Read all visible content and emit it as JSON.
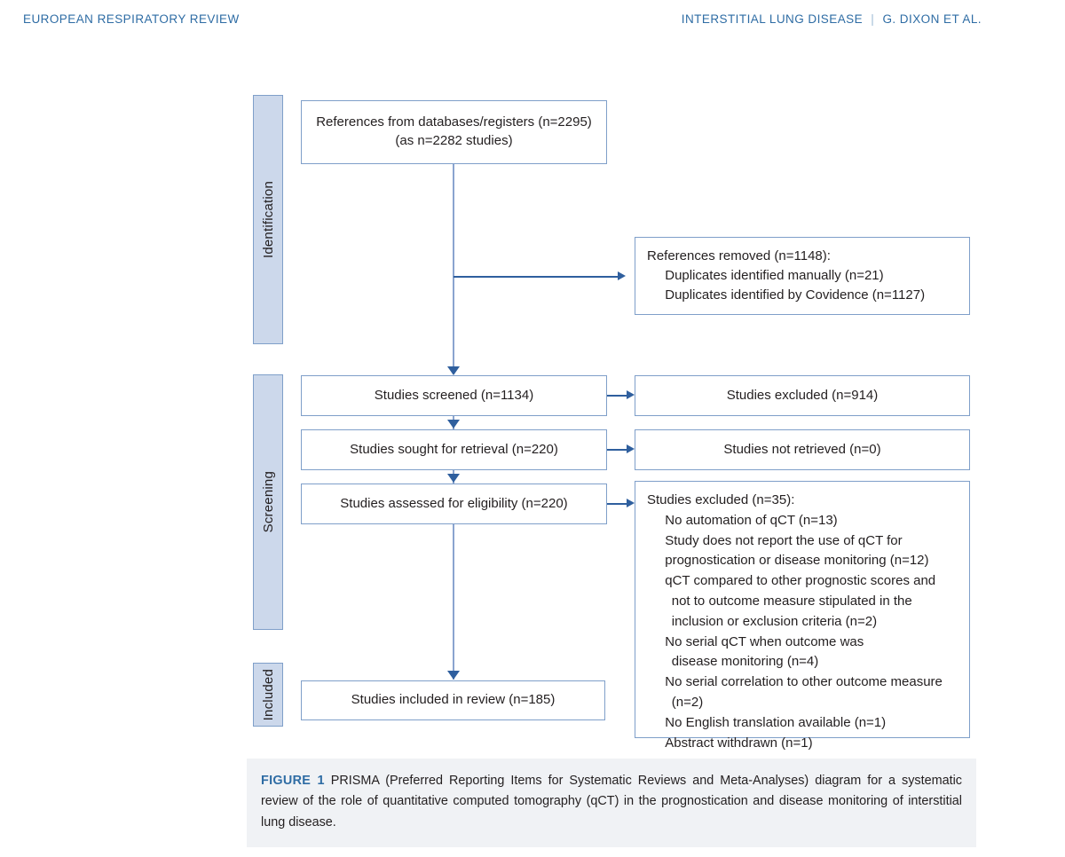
{
  "header": {
    "left": "EUROPEAN RESPIRATORY REVIEW",
    "right_topic": "INTERSTITIAL LUNG DISEASE",
    "separator": "|",
    "right_authors": "G. DIXON ET AL.",
    "color": "#2e6ca4"
  },
  "diagram": {
    "type": "prisma-flow",
    "stages": [
      {
        "id": "identification",
        "label": "Identification"
      },
      {
        "id": "screening",
        "label": "Screening"
      },
      {
        "id": "included",
        "label": "Included"
      }
    ],
    "boxes": {
      "records_identified": {
        "line1": "References from databases/registers (n=2295)",
        "line2": "(as n=2282 studies)"
      },
      "records_removed": {
        "title": "References removed (n=1148):",
        "item1": "Duplicates identified manually (n=21)",
        "item2": "Duplicates identified by Covidence (n=1127)"
      },
      "records_screened": {
        "text": "Studies screened (n=1134)"
      },
      "records_excluded": {
        "text": "Studies excluded (n=914)"
      },
      "reports_sought": {
        "text": "Studies sought for retrieval (n=220)"
      },
      "reports_not_retrieved": {
        "text": "Studies not retrieved (n=0)"
      },
      "reports_assessed": {
        "text": "Studies assessed for eligibility (n=220)"
      },
      "reports_excluded": {
        "title": "Studies excluded (n=35):",
        "r1": "No automation of qCT (n=13)",
        "r2a": "Study does not report the use of qCT for",
        "r2b": "prognostication or disease monitoring (n=12)",
        "r3a": "qCT compared to other prognostic scores and",
        "r3b": "not to outcome measure stipulated in the",
        "r3c": "inclusion or exclusion criteria (n=2)",
        "r4a": "No serial qCT when outcome was",
        "r4b": "disease monitoring (n=4)",
        "r5a": "No serial correlation to other outcome measure",
        "r5b": "(n=2)",
        "r6": "No English translation available (n=1)",
        "r7": "Abstract withdrawn (n=1)"
      },
      "studies_included": {
        "text": "Studies included in review (n=185)"
      }
    },
    "colors": {
      "tab_fill": "#ccd8eb",
      "box_border": "#7f9fc9",
      "connector": "#8aa4cf",
      "arrow": "#2f5f9e"
    }
  },
  "caption": {
    "label": "FIGURE 1",
    "text": " PRISMA (Preferred Reporting Items for Systematic Reviews and Meta-Analyses) diagram for a systematic review of the role of quantitative computed tomography (qCT) in the prognostication and disease monitoring of interstitial lung disease."
  }
}
